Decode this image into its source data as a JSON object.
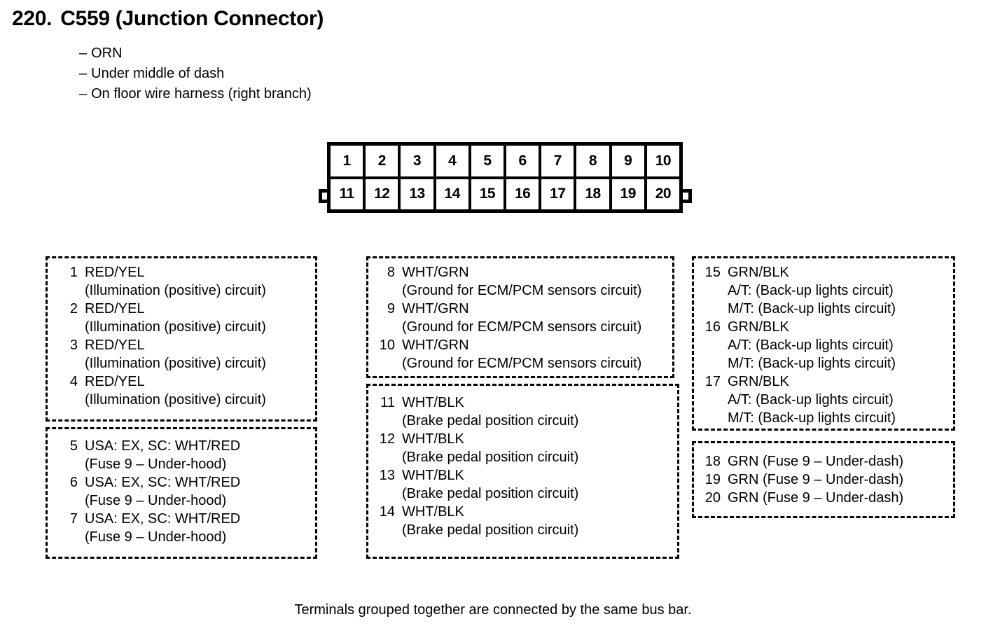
{
  "header": {
    "number": "220.",
    "title": "C559 (Junction Connector)",
    "notes": [
      "ORN",
      "Under middle of dash",
      "On floor wire harness (right branch)"
    ],
    "dash": "–"
  },
  "connector": {
    "row_top": [
      "1",
      "2",
      "3",
      "4",
      "5",
      "6",
      "7",
      "8",
      "9",
      "10"
    ],
    "row_bottom": [
      "11",
      "12",
      "13",
      "14",
      "15",
      "16",
      "17",
      "18",
      "19",
      "20"
    ]
  },
  "groups": [
    {
      "id": "group-1-4",
      "terminals": [
        {
          "num": "1",
          "lines": [
            "RED/YEL",
            "(Illumination (positive) circuit)"
          ]
        },
        {
          "num": "2",
          "lines": [
            "RED/YEL",
            "(Illumination (positive) circuit)"
          ]
        },
        {
          "num": "3",
          "lines": [
            "RED/YEL",
            "(Illumination (positive) circuit)"
          ]
        },
        {
          "num": "4",
          "lines": [
            "RED/YEL",
            "(Illumination (positive) circuit)"
          ]
        }
      ]
    },
    {
      "id": "group-5-7",
      "terminals": [
        {
          "num": "5",
          "lines": [
            "USA: EX, SC: WHT/RED",
            "(Fuse 9 – Under-hood)"
          ]
        },
        {
          "num": "6",
          "lines": [
            "USA: EX, SC: WHT/RED",
            "(Fuse 9 – Under-hood)"
          ]
        },
        {
          "num": "7",
          "lines": [
            "USA: EX, SC: WHT/RED",
            "(Fuse 9 – Under-hood)"
          ]
        }
      ]
    },
    {
      "id": "group-8-10",
      "terminals": [
        {
          "num": "8",
          "lines": [
            "WHT/GRN",
            "(Ground for ECM/PCM sensors circuit)"
          ]
        },
        {
          "num": "9",
          "lines": [
            "WHT/GRN",
            "(Ground for ECM/PCM sensors circuit)"
          ]
        },
        {
          "num": "10",
          "lines": [
            "WHT/GRN",
            "(Ground for ECM/PCM sensors circuit)"
          ]
        }
      ]
    },
    {
      "id": "group-11-14",
      "terminals": [
        {
          "num": "11",
          "lines": [
            "WHT/BLK",
            "(Brake pedal position circuit)"
          ]
        },
        {
          "num": "12",
          "lines": [
            "WHT/BLK",
            "(Brake pedal position circuit)"
          ]
        },
        {
          "num": "13",
          "lines": [
            "WHT/BLK",
            "(Brake pedal position circuit)"
          ]
        },
        {
          "num": "14",
          "lines": [
            "WHT/BLK",
            "(Brake pedal position circuit)"
          ]
        }
      ]
    },
    {
      "id": "group-15-17",
      "terminals": [
        {
          "num": "15",
          "lines": [
            "GRN/BLK",
            "A/T: (Back-up lights circuit)",
            "M/T: (Back-up lights circuit)"
          ]
        },
        {
          "num": "16",
          "lines": [
            "GRN/BLK",
            "A/T: (Back-up lights circuit)",
            "M/T: (Back-up lights circuit)"
          ]
        },
        {
          "num": "17",
          "lines": [
            "GRN/BLK",
            "A/T: (Back-up lights circuit)",
            "M/T: (Back-up lights circuit)"
          ]
        }
      ]
    },
    {
      "id": "group-18-20",
      "terminals": [
        {
          "num": "18",
          "lines": [
            "GRN (Fuse 9 – Under-dash)"
          ]
        },
        {
          "num": "19",
          "lines": [
            "GRN (Fuse 9 – Under-dash)"
          ]
        },
        {
          "num": "20",
          "lines": [
            "GRN (Fuse 9 – Under-dash)"
          ]
        }
      ]
    }
  ],
  "footer": {
    "note": "Terminals grouped together are connected by the same bus bar."
  },
  "colors": {
    "ink": "#000000",
    "paper": "#ffffff"
  }
}
